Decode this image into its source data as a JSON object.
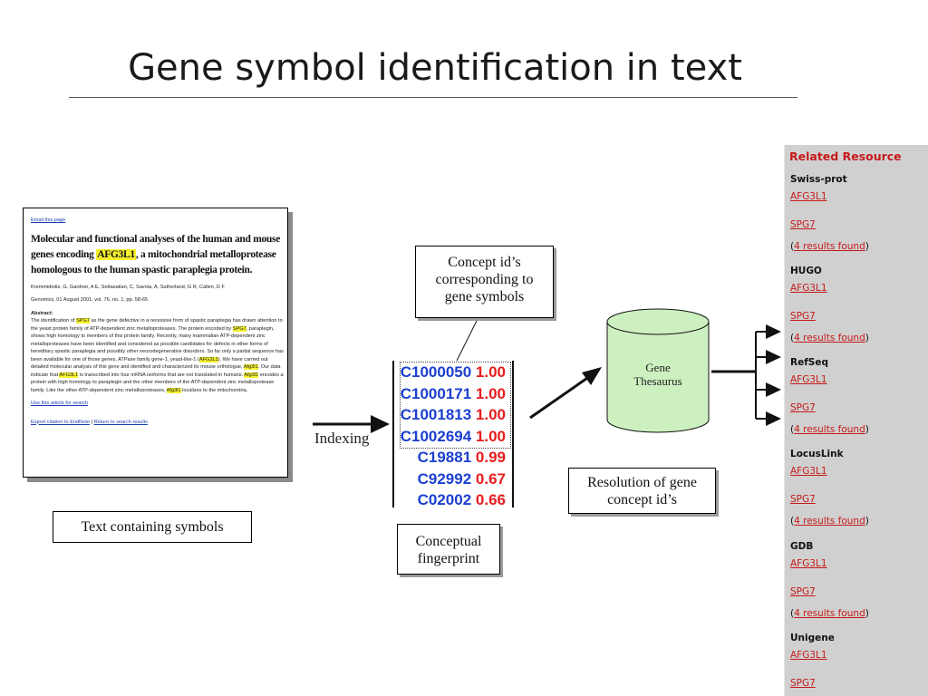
{
  "title": "Gene symbol identification in text",
  "document": {
    "email_link": "Email this page",
    "title_part1": "Molecular and functional analyses of the human and mouse genes encoding",
    "title_highlight": "AFG3L1",
    "title_part2": ", a mitochondrial metalloprotease homologous to the human spastic paraplegia protein.",
    "authors": "Kremmidiotis, G, Gardner, A E, Settasatian, C, Savoia, A, Sutherland, G R, Callen, D F",
    "journal": "Genomics, 01 August 2001, vol. 76, no. 1, pp. 58-65",
    "abstract_heading": "Abstract:",
    "abstract": [
      {
        "t": "The identification of "
      },
      {
        "t": "SPG7",
        "hl": true
      },
      {
        "t": " as the gene defective in a recessive form of spastic paraplegia has drawn attention to the yeast protein family of ATP-dependent zinc metalloproteases. The protein encoded by "
      },
      {
        "t": "SPG7",
        "hl": true
      },
      {
        "t": ", paraplegin, shows high homology to members of this protein family. Recently, many mammalian ATP-dependent zinc metalloproteases have been identified and considered as possible candidates for defects in other forms of hereditary spastic paraplegia and possibly other neurodegenerative disorders. So far only a partial sequence has been available for one of those genes, ATPase family gene-1, yeast-like-1 ("
      },
      {
        "t": "AFG3L1",
        "hl": true
      },
      {
        "t": "). We have carried out detailed molecular analysis of this gene and identified and characterized its mouse orthologue, "
      },
      {
        "t": "Afg3l1",
        "hl": true
      },
      {
        "t": ". Our data indicate that "
      },
      {
        "t": "AFG3L1",
        "hl": true
      },
      {
        "t": " is transcribed into four mRNA isoforms that are not translated in humans. "
      },
      {
        "t": "Afg3l1",
        "hl": true
      },
      {
        "t": " encodes a protein with high homology to paraplegin and the other members of the ATP-dependent zinc metalloprotease family. Like the other ATP-dependent zinc metalloproteases, "
      },
      {
        "t": "Afg3l1",
        "hl": true
      },
      {
        "t": " localizes to the mitochondria."
      }
    ],
    "use_article_link": "Use this article for search",
    "export_link": "Export citation to EndNote",
    "separator": " | ",
    "return_link": "Return to search results"
  },
  "caption": "Text containing symbols",
  "indexing_label": "Indexing",
  "concept_box": [
    "Concept id’s",
    "corresponding to",
    "gene symbols"
  ],
  "fingerprint": [
    {
      "id": "C1000050",
      "score": "1.00"
    },
    {
      "id": "C1000171",
      "score": "1.00"
    },
    {
      "id": "C1001813",
      "score": "1.00"
    },
    {
      "id": "C1002694",
      "score": "1.00"
    },
    {
      "id": "C19881",
      "score": "0.99"
    },
    {
      "id": "C92992",
      "score": "0.67"
    },
    {
      "id": "C02002",
      "score": "0.66"
    }
  ],
  "fingerprint_box": [
    "Conceptual",
    "fingerprint"
  ],
  "thesaurus": [
    "Gene",
    "Thesaurus"
  ],
  "resolution_box": [
    "Resolution of gene",
    "concept id’s"
  ],
  "related": {
    "header": "Related Resource",
    "groups": [
      {
        "name": "Swiss-prot",
        "links": [
          "AFG3L1",
          "SPG7"
        ],
        "results_prefix": "(",
        "results_link": "4 results found",
        "results_suffix": ")"
      },
      {
        "name": "HUGO",
        "links": [
          "AFG3L1",
          "SPG7"
        ],
        "results_prefix": "(",
        "results_link": "4 results found",
        "results_suffix": ")"
      },
      {
        "name": "RefSeq",
        "links": [
          "AFG3L1",
          "SPG7"
        ],
        "results_prefix": "(",
        "results_link": "4 results found",
        "results_suffix": ")"
      },
      {
        "name": "LocusLink",
        "links": [
          "AFG3L1",
          "SPG7"
        ],
        "results_prefix": "(",
        "results_link": "4 results found",
        "results_suffix": ")"
      },
      {
        "name": "GDB",
        "links": [
          "AFG3L1",
          "SPG7"
        ],
        "results_prefix": "(",
        "results_link": "4 results found",
        "results_suffix": ")"
      },
      {
        "name": "Unigene",
        "links": [
          "AFG3L1",
          "SPG7"
        ]
      }
    ]
  },
  "colors": {
    "id_blue": "#1c3fd0",
    "score_red": "#e81c1c",
    "highlight_yellow": "#f5f02c",
    "resource_red": "#c61a1a",
    "cylinder_green": "#cdf0c0",
    "panel_gray": "#d0d0d0"
  }
}
